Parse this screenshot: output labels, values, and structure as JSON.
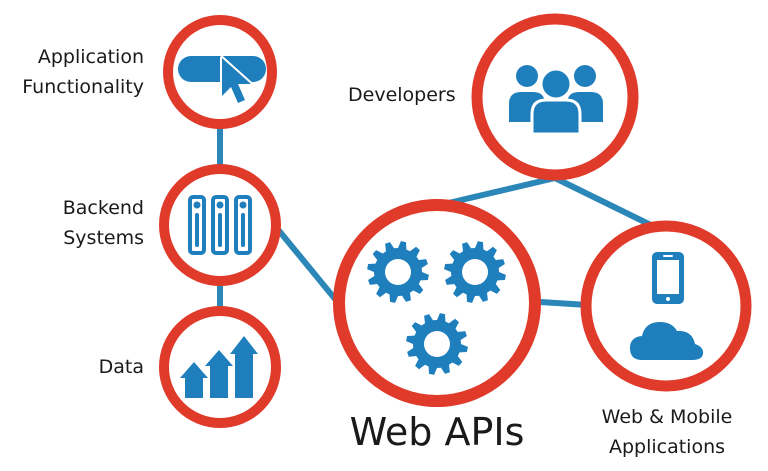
{
  "colors": {
    "ring": "#e03a2a",
    "icon": "#1f7fbd",
    "line": "#2a87b8",
    "text": "#1a1a1a"
  },
  "nodes": {
    "application_functionality": {
      "label_lines": [
        "Application",
        "Functionality"
      ],
      "icon": "cursor-click-button-icon"
    },
    "backend_systems": {
      "label_lines": [
        "Backend",
        "Systems"
      ],
      "icon": "server-racks-icon"
    },
    "data": {
      "label_lines": [
        "Data"
      ],
      "icon": "growth-arrows-icon"
    },
    "developers": {
      "label_lines": [
        "Developers"
      ],
      "icon": "user-group-icon"
    },
    "web_apis": {
      "label_lines": [
        "Web APIs"
      ],
      "icon": "gears-icon"
    },
    "web_mobile_applications": {
      "label_lines": [
        "Web & Mobile",
        "Applications"
      ],
      "icon": "phone-cloud-icon"
    }
  }
}
